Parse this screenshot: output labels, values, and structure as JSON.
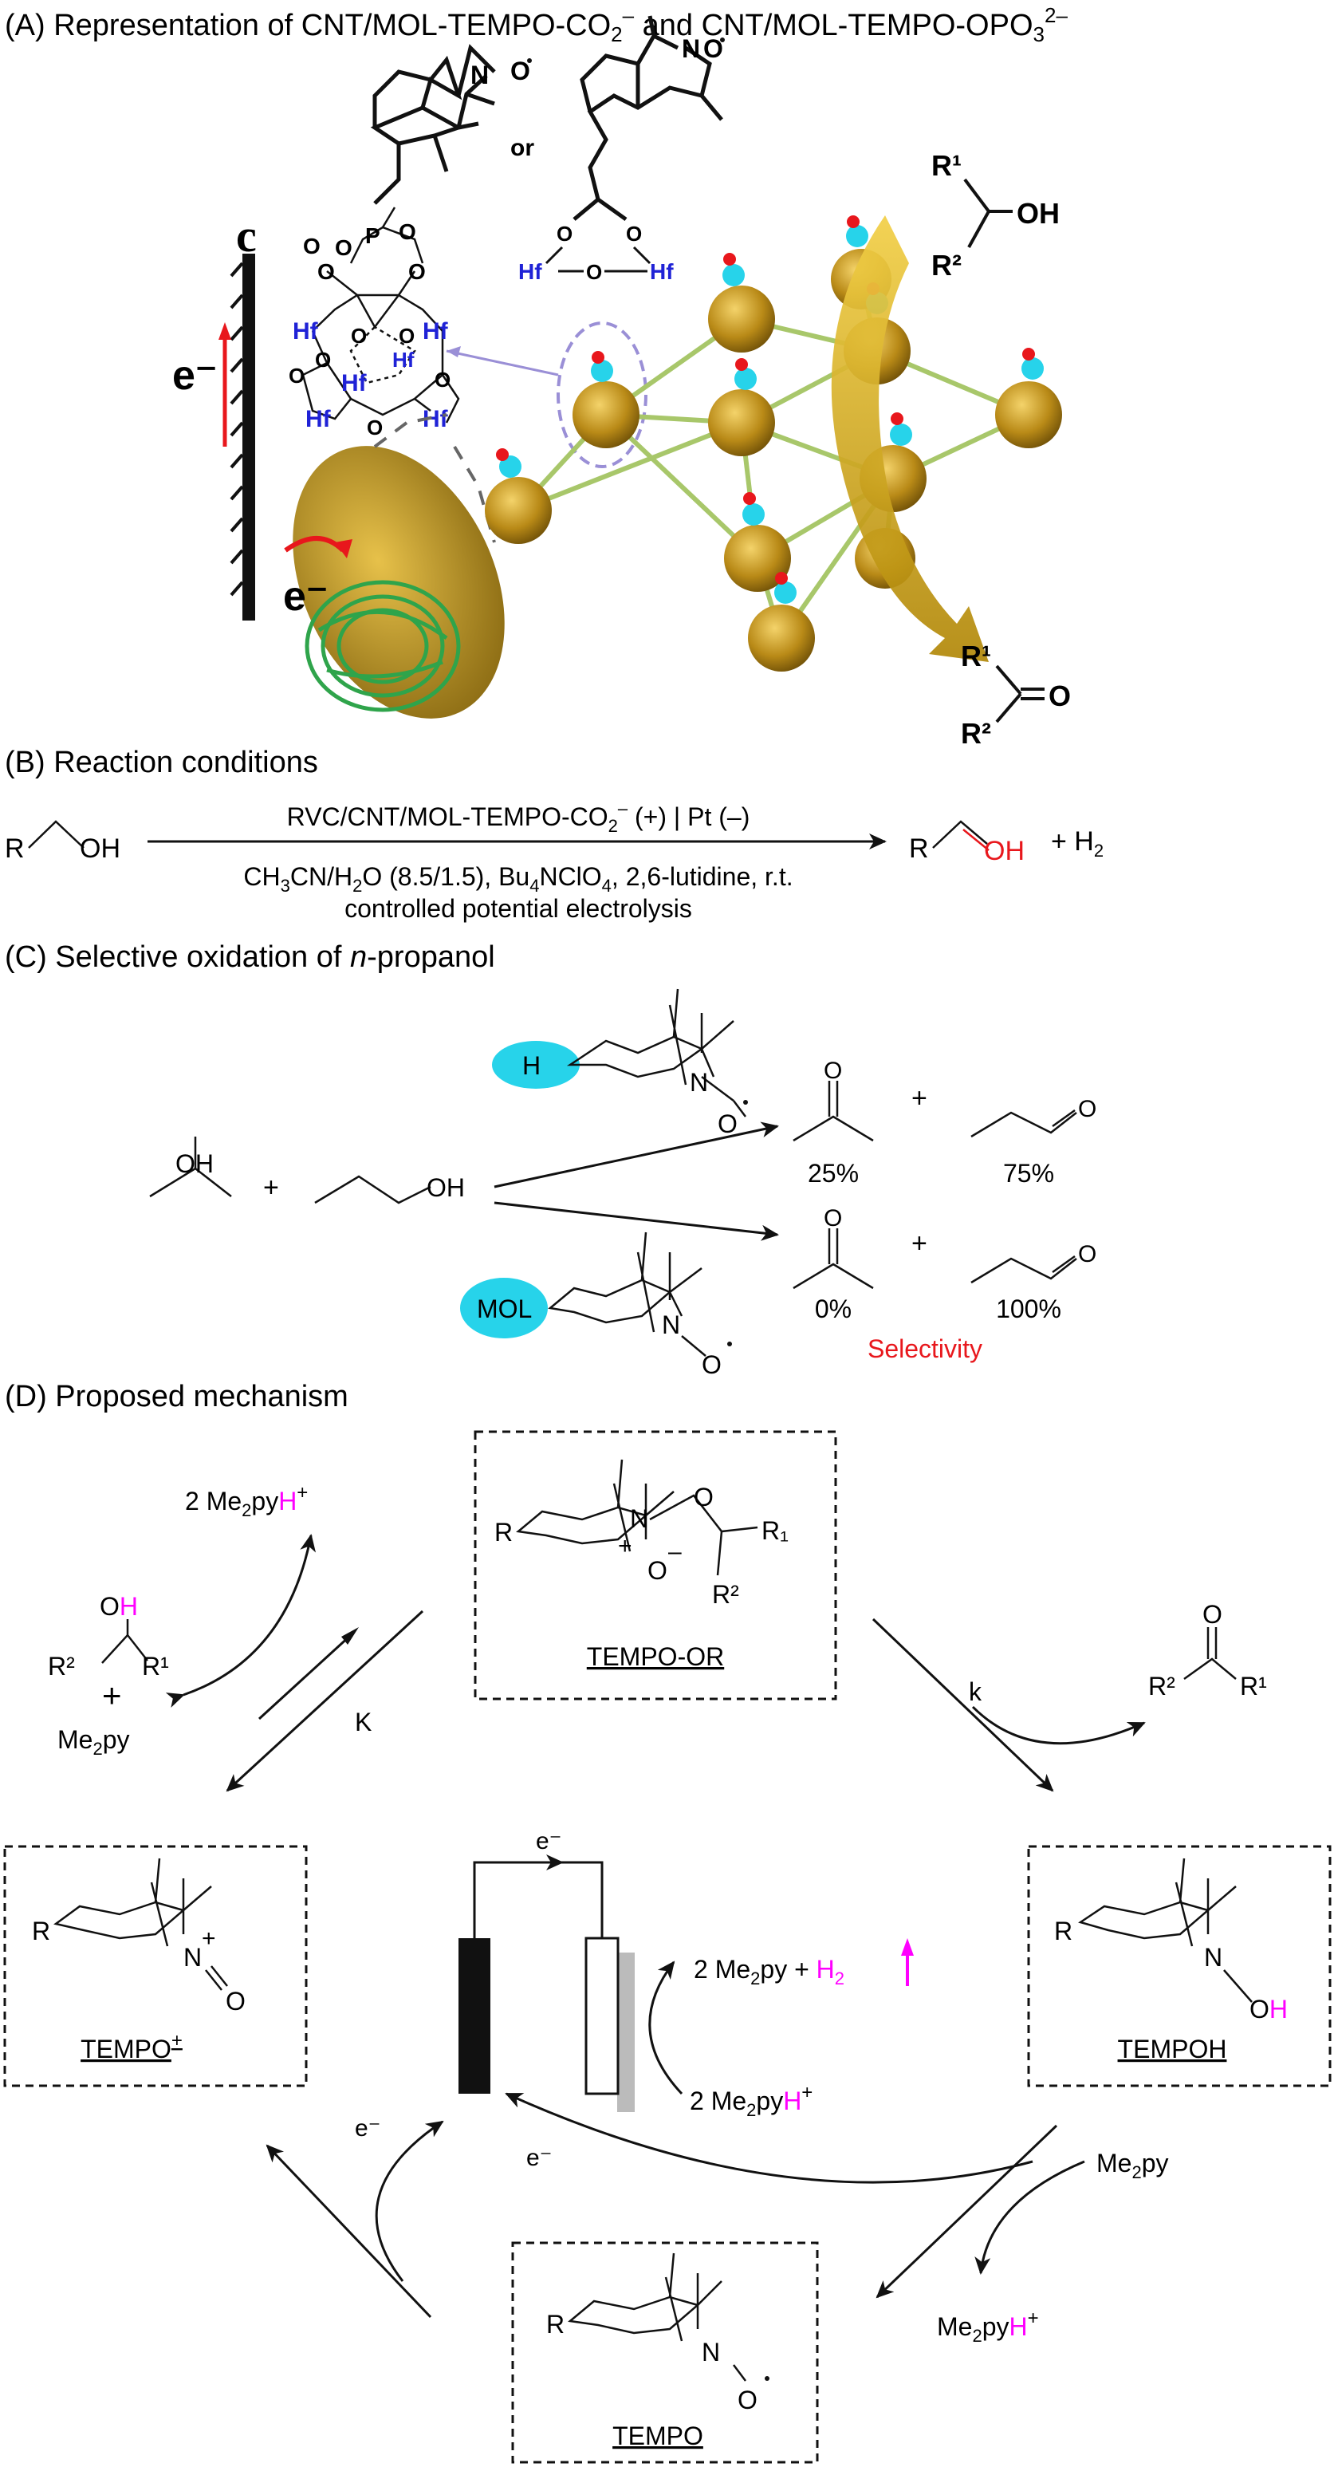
{
  "panel_a": {
    "title": "(A) Representation of CNT/MOL-TEMPO-CO₂⁻ and CNT/MOL-TEMPO-OPO₃²⁻",
    "or_label": "or",
    "electrode_letter": "c",
    "electron": "e⁻",
    "electron2": "e⁻",
    "r1": "R¹",
    "r2": "R²",
    "oh": "OH",
    "o": "O",
    "hf": "Hf",
    "o_atom": "O",
    "p_atom": "P",
    "n_atom": "N"
  },
  "panel_b": {
    "title": "(B) Reaction conditions",
    "reactant_r": "R",
    "reactant_oh": "OH",
    "cond_top": "RVC/CNT/MOL-TEMPO-CO₂⁻ (+) | Pt (–)",
    "cond_bottom1": "CH₃CN/H₂O (8.5/1.5), Bu₄NClO₄, 2,6-lutidine, r.t.",
    "cond_bottom2": "controlled potential electrolysis",
    "product_r": "R",
    "product_oh": "OH",
    "plus_h2": "+  H₂"
  },
  "panel_c": {
    "title": "(C) Selective oxidation of n-propanol",
    "title_pre": "(C) Selective oxidation of ",
    "title_italic": "n",
    "title_post": "-propanol",
    "oh1": "OH",
    "plus": "+",
    "oh2": "OH",
    "h_label": "H",
    "mol_label": "MOL",
    "n": "N",
    "o": "O",
    "plus2": "+",
    "plus3": "+",
    "top_acetone": "25%",
    "top_propanal": "75%",
    "bottom_acetone": "0%",
    "bottom_propanal": "100%",
    "selectivity": "Selectivity"
  },
  "panel_d": {
    "title": "(D) Proposed mechanism",
    "tempo_or": "TEMPO-OR",
    "tempo_plus": "TEMPO",
    "tempo_plus_sup": "+",
    "tempoh": "TEMPOH",
    "tempo": "TEMPO",
    "k_big": "K",
    "k_small": "k",
    "e_minus": "e⁻",
    "me2pyh_top": "2 Me₂pyH⁺",
    "me2py_left": "Me₂py",
    "me2py_cell": "2 Me₂py",
    "h2": "H₂",
    "me2pyh_cell": "2 Me₂pyH⁺",
    "me2py_right": "Me₂py",
    "me2pyh_bottom": "Me₂pyH⁺",
    "r": "R",
    "r1": "R¹",
    "r2": "R²",
    "r_sub1": "R₁",
    "n": "N",
    "o": "O",
    "oh_o": "O",
    "oh_h": "H"
  },
  "colors": {
    "magenta": "#ff00ff",
    "red": "#e8171c",
    "hf_blue": "#1f22d6",
    "cyan_badge": "#27d3ea",
    "gold": "#b98a17",
    "linker": "#a8c76a",
    "arrow_gold": "#c79c10"
  }
}
